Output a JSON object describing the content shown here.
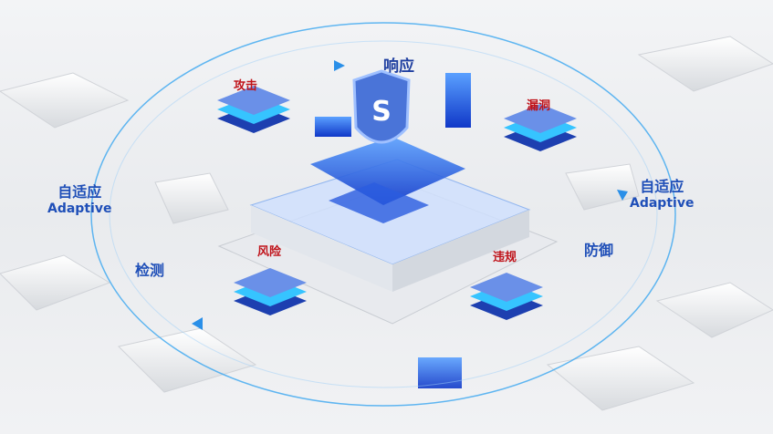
{
  "center_label": "响应",
  "nodes": {
    "attack": "攻击",
    "vulnerability": "漏洞",
    "risk": "风险",
    "violation": "违规"
  },
  "cycle": {
    "left_cn": "自适应",
    "left_en": "Adaptive",
    "right_cn": "自适应",
    "right_en": "Adaptive",
    "detect": "检测",
    "defend": "防御"
  },
  "colors": {
    "accent": "#1f4fb8",
    "alert": "#c0141b",
    "ring": "#3aa6f0"
  }
}
